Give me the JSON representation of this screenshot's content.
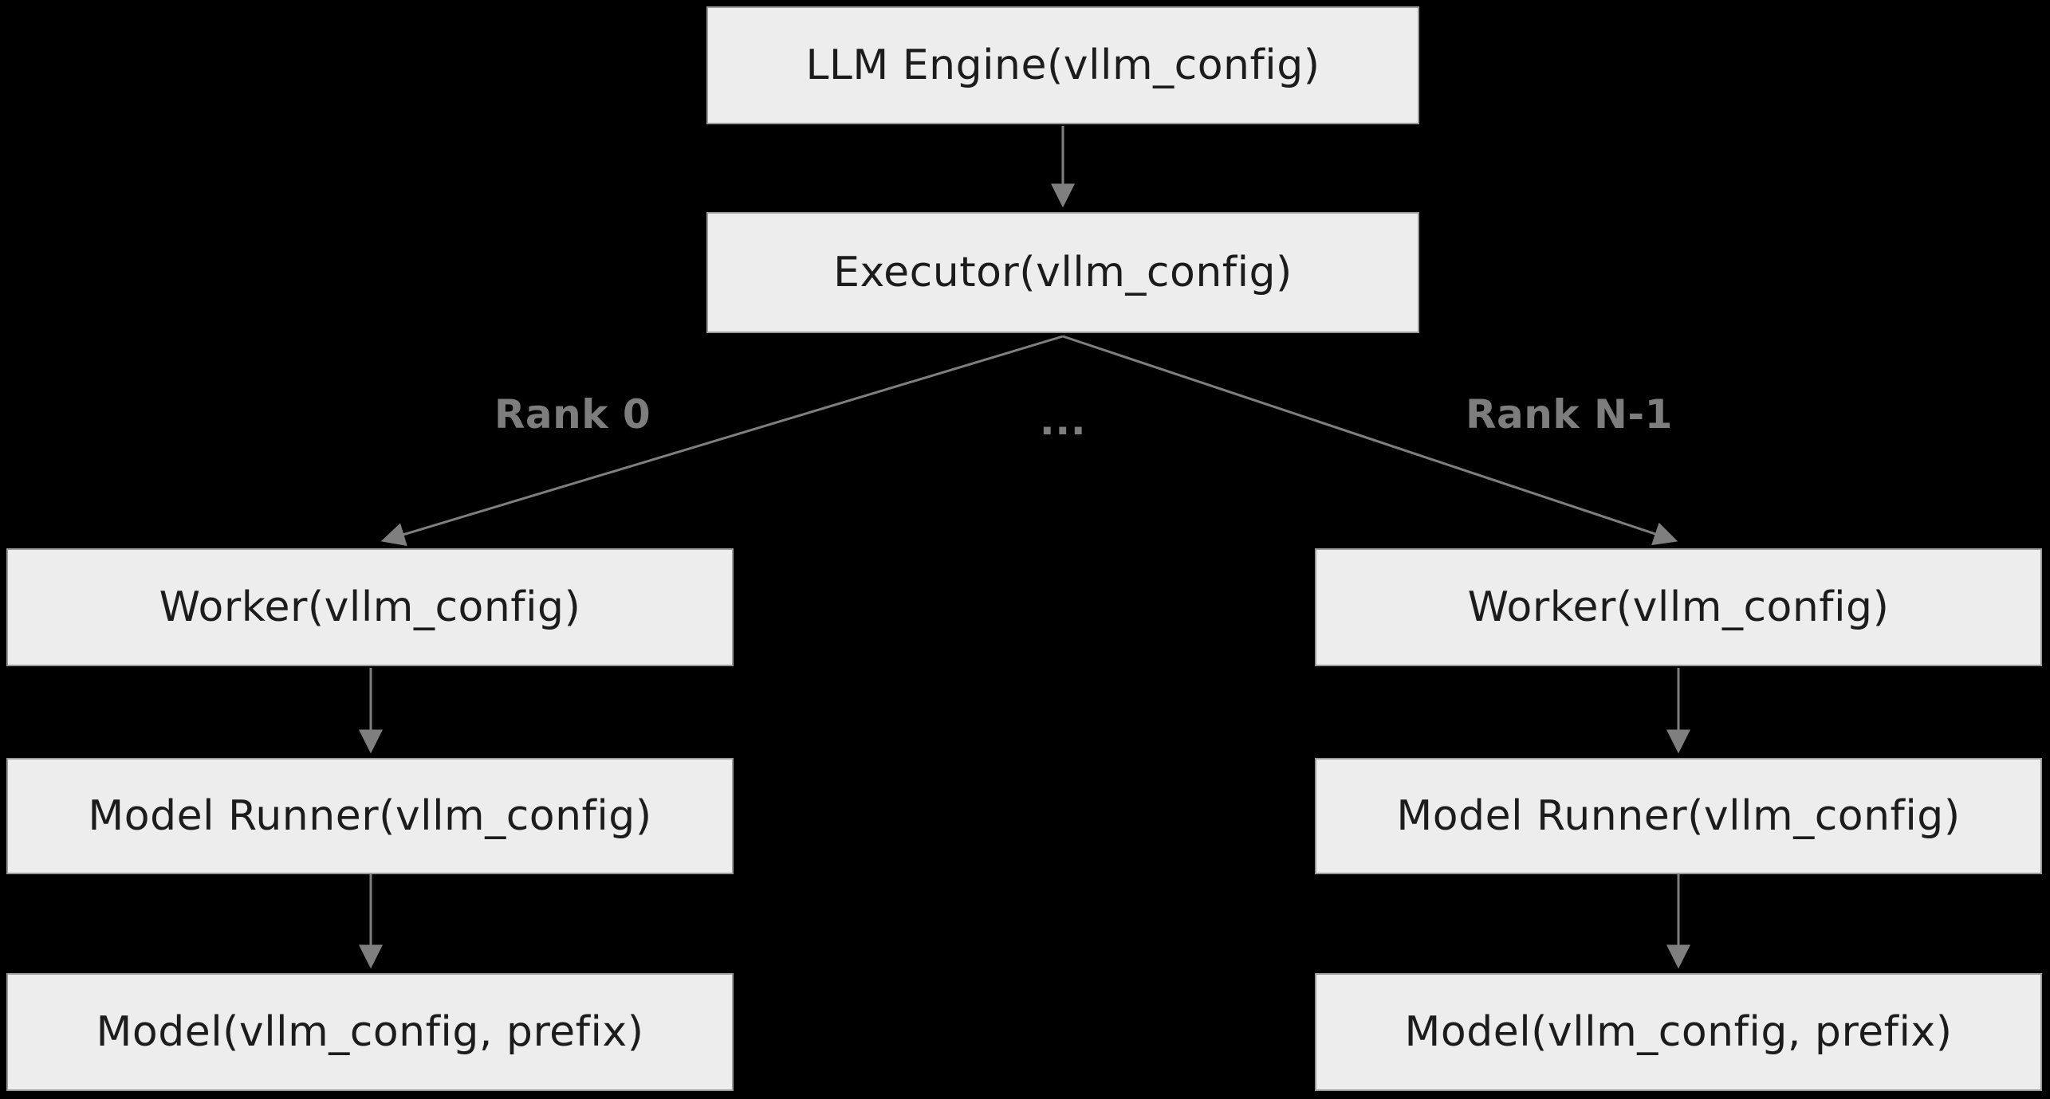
{
  "nodes": {
    "llm_engine": "LLM Engine(vllm_config)",
    "executor": "Executor(vllm_config)",
    "worker_left": "Worker(vllm_config)",
    "worker_right": "Worker(vllm_config)",
    "model_runner_left": "Model Runner(vllm_config)",
    "model_runner_right": "Model Runner(vllm_config)",
    "model_left": "Model(vllm_config, prefix)",
    "model_right": "Model(vllm_config, prefix)"
  },
  "edge_labels": {
    "rank0": "Rank 0",
    "ellipsis": "...",
    "rankN": "Rank N-1"
  },
  "colors": {
    "background": "#000000",
    "box_fill": "#ededed",
    "box_border": "#9a9a9a",
    "box_text": "#1c1c1c",
    "arrow": "#7f7f7f",
    "edge_label_text": "#7d7d7d"
  }
}
